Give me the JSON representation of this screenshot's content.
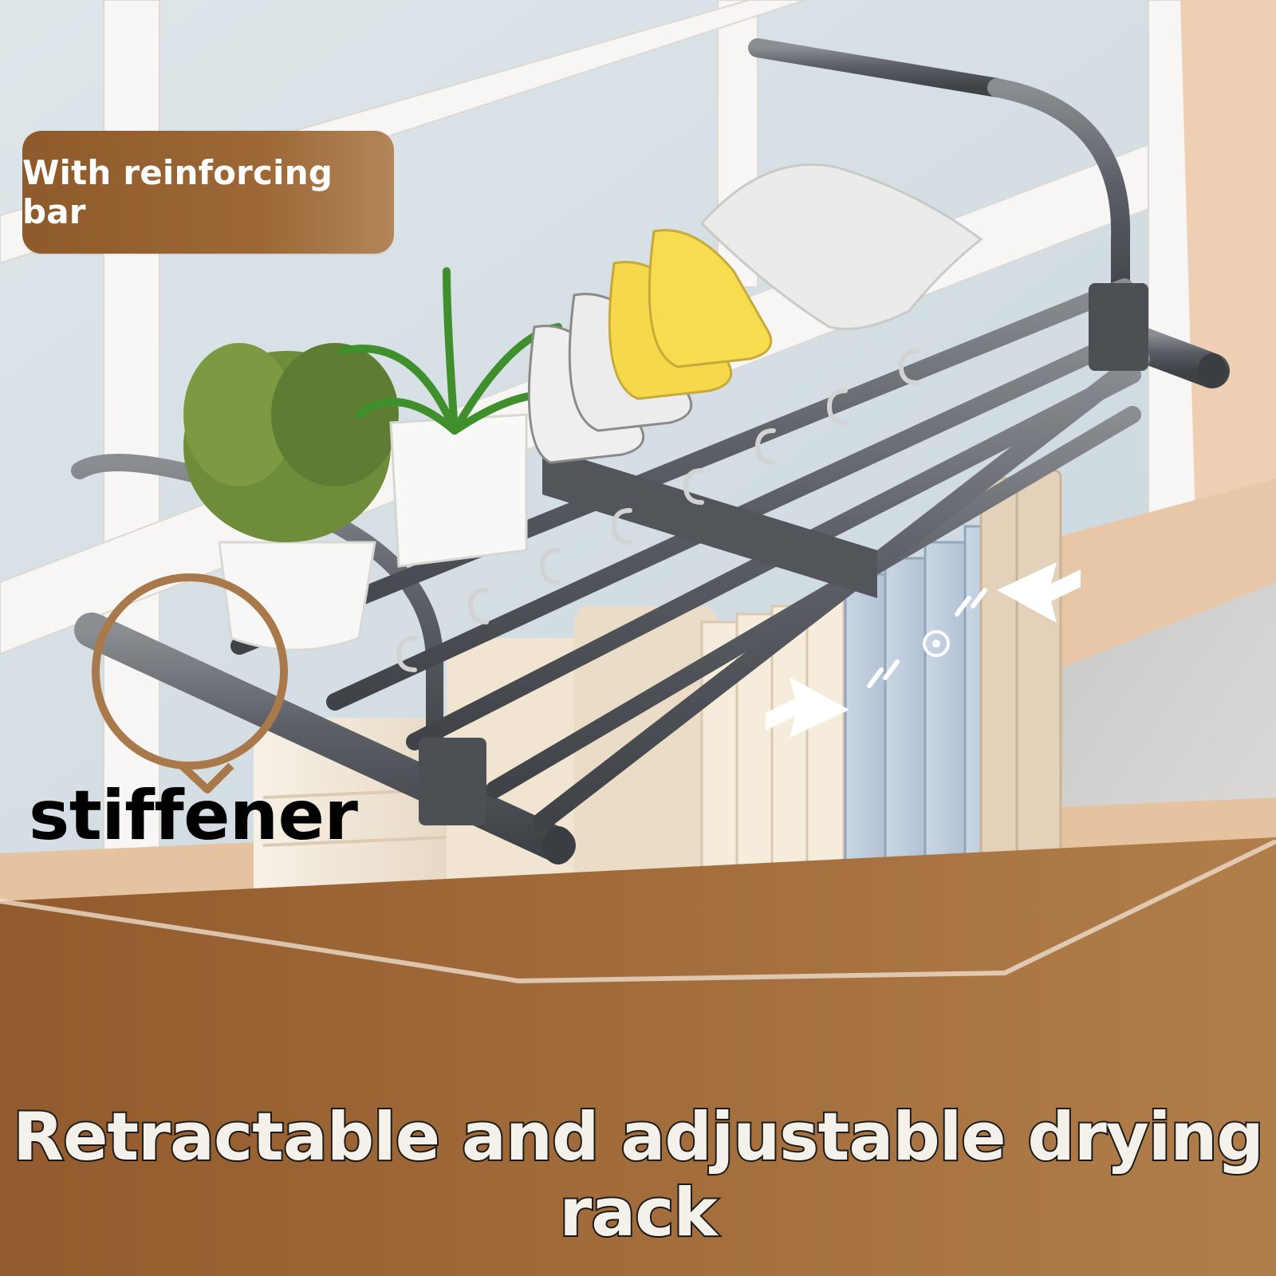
{
  "badge": {
    "label": "With reinforcing bar",
    "color": "#955f30"
  },
  "callout": {
    "label": "stiffener",
    "ring_color": "#a9794b"
  },
  "headline": {
    "text": "Retractable and adjustable drying rack",
    "fill_color": "#f4f1ea",
    "stroke_color": "#1b1b1b"
  },
  "scene": {
    "rack_color": "#5f6268",
    "bottom_band_color": "#a16b39",
    "icons": [
      "expand-arrows-icon",
      "center-dot-icon"
    ]
  }
}
